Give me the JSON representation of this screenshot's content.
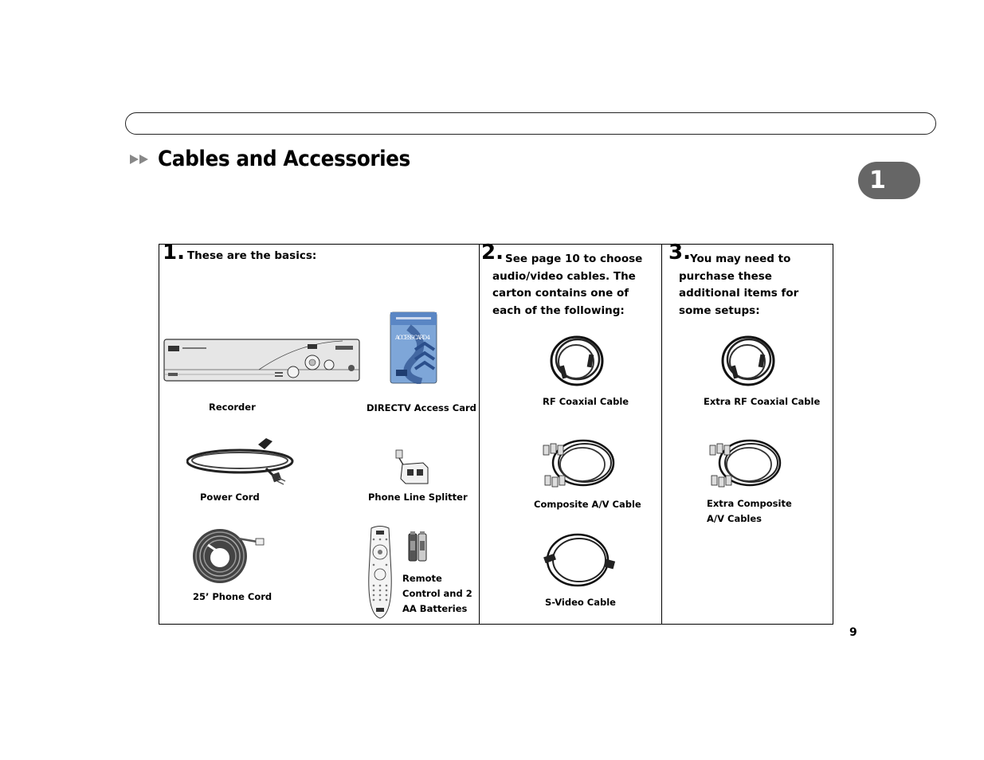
{
  "header": {
    "title": "Cables and Accessories",
    "chapter_number": "1"
  },
  "columns": [
    {
      "number": "1.",
      "heading": "These are the basics:",
      "items": [
        {
          "label": "Recorder"
        },
        {
          "label": "DIRECTV Access Card",
          "card_text": "ACCESS CARD 4"
        },
        {
          "label": "Power Cord"
        },
        {
          "label": "Phone Line Splitter"
        },
        {
          "label": "25’ Phone Cord"
        },
        {
          "label": "Remote Control and 2 AA Batteries"
        }
      ]
    },
    {
      "number": "2.",
      "heading": "See page 10 to choose audio/video cables. The carton contains one of each of the following:",
      "items": [
        {
          "label": "RF Coaxial Cable"
        },
        {
          "label": "Composite A/V Cable"
        },
        {
          "label": "S-Video Cable"
        }
      ]
    },
    {
      "number": "3.",
      "heading": "You may need to purchase these additional items for some setups:",
      "items": [
        {
          "label": "Extra RF Coaxial Cable"
        },
        {
          "label": "Extra Composite A/V Cables"
        }
      ]
    }
  ],
  "footer": {
    "page_number": "9"
  },
  "colors": {
    "chapter_tab": "#666666",
    "card_blue": "#5a86c4",
    "arrow_gray": "#888888"
  }
}
